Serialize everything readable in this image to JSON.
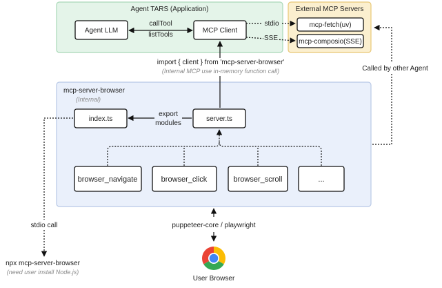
{
  "colors": {
    "agent_region_fill": "#e4f4e9",
    "agent_region_stroke": "#a9d8b8",
    "external_region_fill": "#fbefcf",
    "external_region_stroke": "#e8c776",
    "browser_region_fill": "#eaf0fb",
    "browser_region_stroke": "#b8c8e6",
    "node_fill": "#ffffff",
    "node_stroke": "#111111",
    "arrow": "#111111",
    "note_text": "#8a8a8a"
  },
  "regions": {
    "agent": {
      "title": "Agent TARS (Application)"
    },
    "external": {
      "title": "External MCP Servers"
    },
    "browser": {
      "title": "mcp-server-browser",
      "subtitle": "(Internal)"
    }
  },
  "nodes": {
    "agent_llm": "Agent LLM",
    "mcp_client": "MCP Client",
    "mcp_fetch": "mcp-fetch(uv)",
    "mcp_composio": "mcp-composio(SSE)",
    "index_ts": "index.ts",
    "server_ts": "server.ts",
    "browser_navigate": "browser_navigate",
    "browser_click": "browser_click",
    "browser_scroll": "browser_scroll",
    "more_tools": "..."
  },
  "labels": {
    "calltool": "callTool",
    "listtools": "listTools",
    "stdio": "stdio",
    "sse": "SSE",
    "import_line": "import { client } from 'mcp-server-browser'",
    "import_note": "(Internal MCP use in-memory function call)",
    "called_by_other": "Called by other Agent",
    "export": "export",
    "modules": "modules",
    "stdio_call": "stdio call",
    "puppeteer": "puppeteer-core / playwright",
    "npx_line": "npx mcp-server-browser",
    "npx_note": "(need user install Node.js)",
    "user_browser": "User Browser"
  },
  "icons": {
    "browser_logo": "chrome-logo-icon"
  }
}
